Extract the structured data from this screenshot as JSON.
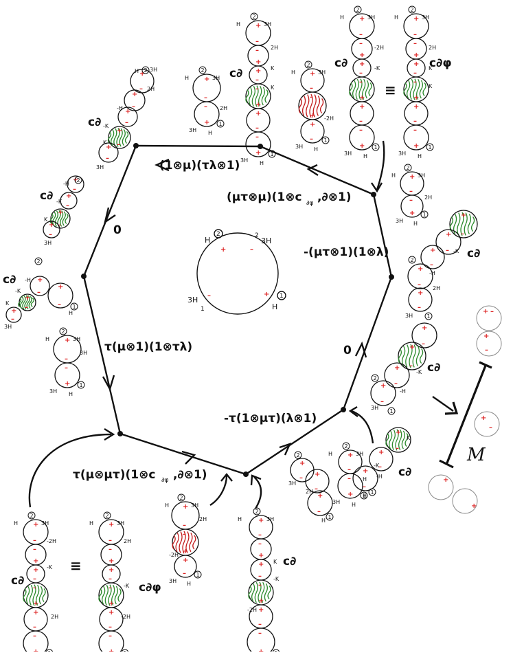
{
  "labels": {
    "edge_top": "(1⊗μ)(τλ⊗1)",
    "edge_top_right": "(μτ⊗μ)(1⊗c",
    "edge_top_right_sub": "∂φ",
    "edge_top_right_tail": ",∂⊗1)",
    "edge_right": "-(μτ⊗1)(1⊗λ)",
    "edge_left_top": "0",
    "edge_right_bottom": "0",
    "edge_left": "τ(μ⊗1)(1⊗τλ)",
    "edge_bottom_right": "-τ(1⊗μτ)(λ⊗1)",
    "edge_bottom_left": "τ(μ⊗μτ)(1⊗c",
    "edge_bottom_left_sub": "∂φ",
    "edge_bottom_left_tail": ",∂⊗1)",
    "m_label": "M",
    "equiv": "≡",
    "c_del": "c∂",
    "c_del_phi": "c∂φ"
  },
  "center": {
    "top_left": "H",
    "top_left_num": "2",
    "top_right": "3H",
    "top_right_num": "2",
    "bottom_left": "3H",
    "bottom_left_num": "1",
    "bottom_right": "H",
    "bottom_right_num": "1"
  },
  "tags": {
    "H": "H",
    "H3": "3H",
    "H2": "2H",
    "mH2": "-2H",
    "mH": "-H",
    "K": "K",
    "mK": "-K",
    "n1": "1",
    "n2": "2"
  },
  "colors": {
    "ink": "#111111",
    "sign": "#dd2222",
    "green_hatch": "#2e8b2e",
    "red_hatch": "#c42020"
  }
}
